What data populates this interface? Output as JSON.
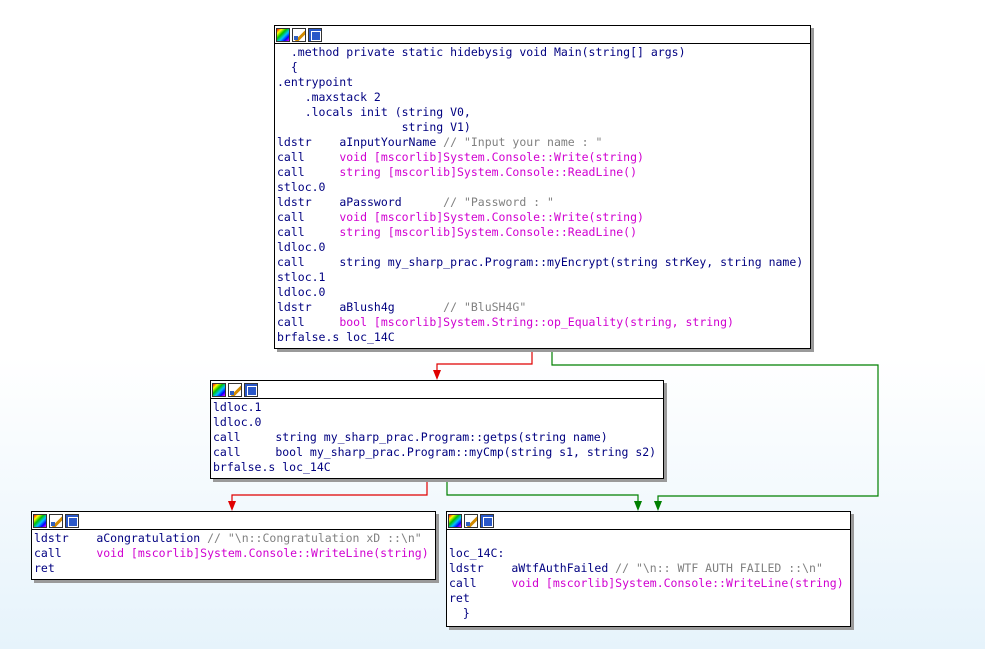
{
  "colors": {
    "opcode": "#000080",
    "method_ref": "#d000d0",
    "comment": "#808080",
    "edge_false": "#e00000",
    "edge_true": "#008000"
  },
  "header_icons": [
    "color-icon",
    "edit-icon",
    "graph-icon"
  ],
  "nodes": [
    {
      "name": "main-block",
      "lines": [
        [
          {
            "t": "  .method private static hidebysig void Main(string[] args)",
            "c": "t-black"
          }
        ],
        [
          {
            "t": "  {",
            "c": "t-black"
          }
        ],
        [
          {
            "t": ".entrypoint",
            "c": "t-black"
          }
        ],
        [
          {
            "t": "    .maxstack 2",
            "c": "t-black"
          }
        ],
        [
          {
            "t": "    .locals init (string V0,",
            "c": "t-black"
          }
        ],
        [
          {
            "t": "                  string V1)",
            "c": "t-black"
          }
        ],
        [
          {
            "t": "ldstr    ",
            "c": "t-black"
          },
          {
            "t": "aInputYourName",
            "c": "t-black"
          },
          {
            "t": " // \"Input your name : \"",
            "c": "t-gray"
          }
        ],
        [
          {
            "t": "call     ",
            "c": "t-black"
          },
          {
            "t": "void [mscorlib]System.Console::Write(string)",
            "c": "t-mag"
          }
        ],
        [
          {
            "t": "call     ",
            "c": "t-black"
          },
          {
            "t": "string [mscorlib]System.Console::ReadLine()",
            "c": "t-mag"
          }
        ],
        [
          {
            "t": "stloc.0",
            "c": "t-black"
          }
        ],
        [
          {
            "t": "ldstr    ",
            "c": "t-black"
          },
          {
            "t": "aPassword     ",
            "c": "t-black"
          },
          {
            "t": " // \"Password : \"",
            "c": "t-gray"
          }
        ],
        [
          {
            "t": "call     ",
            "c": "t-black"
          },
          {
            "t": "void [mscorlib]System.Console::Write(string)",
            "c": "t-mag"
          }
        ],
        [
          {
            "t": "call     ",
            "c": "t-black"
          },
          {
            "t": "string [mscorlib]System.Console::ReadLine()",
            "c": "t-mag"
          }
        ],
        [
          {
            "t": "ldloc.0",
            "c": "t-black"
          }
        ],
        [
          {
            "t": "call     ",
            "c": "t-black"
          },
          {
            "t": "string my_sharp_prac.Program::myEncrypt(string strKey, string name)",
            "c": "t-black"
          }
        ],
        [
          {
            "t": "stloc.1",
            "c": "t-black"
          }
        ],
        [
          {
            "t": "ldloc.0",
            "c": "t-black"
          }
        ],
        [
          {
            "t": "ldstr    ",
            "c": "t-black"
          },
          {
            "t": "aBlush4g      ",
            "c": "t-black"
          },
          {
            "t": " // \"BluSH4G\"",
            "c": "t-gray"
          }
        ],
        [
          {
            "t": "call     ",
            "c": "t-black"
          },
          {
            "t": "bool [mscorlib]System.String::op_Equality(string, string)",
            "c": "t-mag"
          }
        ],
        [
          {
            "t": "brfalse.s loc_14C",
            "c": "t-black"
          }
        ]
      ]
    },
    {
      "name": "check-block",
      "lines": [
        [
          {
            "t": "ldloc.1",
            "c": "t-black"
          }
        ],
        [
          {
            "t": "ldloc.0",
            "c": "t-black"
          }
        ],
        [
          {
            "t": "call     ",
            "c": "t-black"
          },
          {
            "t": "string my_sharp_prac.Program::getps(string name)",
            "c": "t-black"
          }
        ],
        [
          {
            "t": "call     ",
            "c": "t-black"
          },
          {
            "t": "bool my_sharp_prac.Program::myCmp(string s1, string s2)",
            "c": "t-black"
          }
        ],
        [
          {
            "t": "brfalse.s loc_14C",
            "c": "t-black"
          }
        ]
      ]
    },
    {
      "name": "success-block",
      "lines": [
        [
          {
            "t": "ldstr    ",
            "c": "t-black"
          },
          {
            "t": "aCongratulation",
            "c": "t-black"
          },
          {
            "t": " // \"\\n::Congratulation xD ::\\n\"",
            "c": "t-gray"
          }
        ],
        [
          {
            "t": "call     ",
            "c": "t-black"
          },
          {
            "t": "void [mscorlib]System.Console::WriteLine(string)",
            "c": "t-mag"
          }
        ],
        [
          {
            "t": "ret",
            "c": "t-black"
          }
        ]
      ]
    },
    {
      "name": "fail-block",
      "lines": [
        [
          {
            "t": "",
            "c": "t-black"
          }
        ],
        [
          {
            "t": "loc_14C:",
            "c": "t-black"
          }
        ],
        [
          {
            "t": "ldstr    ",
            "c": "t-black"
          },
          {
            "t": "aWtfAuthFailed",
            "c": "t-black"
          },
          {
            "t": " // \"\\n:: WTF AUTH FAILED ::\\n\"",
            "c": "t-gray"
          }
        ],
        [
          {
            "t": "call     ",
            "c": "t-black"
          },
          {
            "t": "void [mscorlib]System.Console::WriteLine(string)",
            "c": "t-mag"
          }
        ],
        [
          {
            "t": "ret",
            "c": "t-black"
          }
        ],
        [
          {
            "t": "  }",
            "c": "t-black"
          }
        ]
      ]
    }
  ]
}
